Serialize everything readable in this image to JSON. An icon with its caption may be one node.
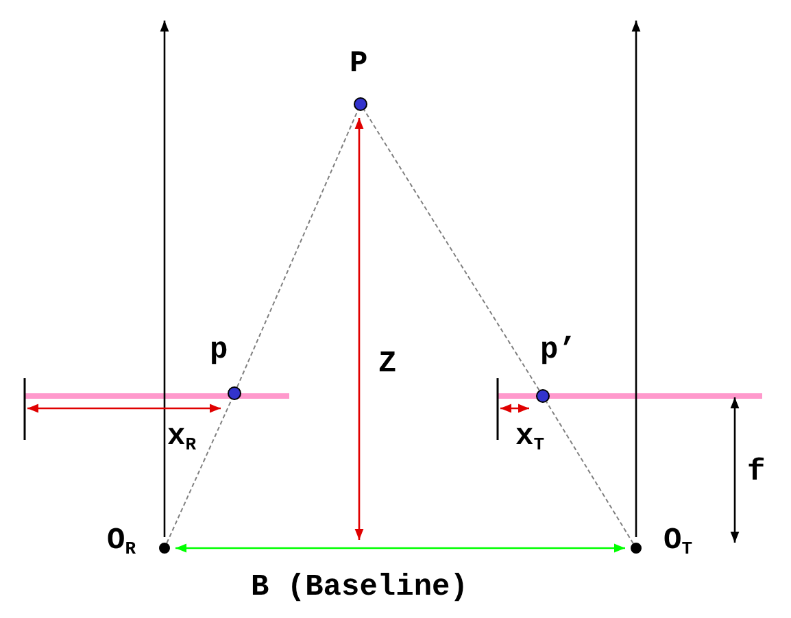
{
  "diagram": {
    "nodes": [
      {
        "text": [
          "P"
        ]
      },
      {
        "text": [
          "p"
        ]
      },
      {
        "text": [
          "p’"
        ]
      },
      {
        "text": [
          "O$_{R}$"
        ]
      },
      {
        "text": [
          "O$_{T}$"
        ]
      }
    ],
    "edges": [
      {
        "from": 3,
        "to": 1,
        "arrow": "none",
        "style": "dashed",
        "color": "#808080"
      },
      {
        "from": 1,
        "to": 0,
        "arrow": "none",
        "style": "dashed",
        "color": "#808080"
      },
      {
        "from": 4,
        "to": 2,
        "arrow": "none",
        "style": "dashed",
        "color": "#808080"
      },
      {
        "from": 2,
        "to": 0,
        "arrow": "none",
        "style": "dashed",
        "color": "#808080"
      },
      {
        "from": 3,
        "to": null,
        "arrow": "to",
        "color": "#000000"
      },
      {
        "from": 4,
        "to": null,
        "arrow": "to",
        "color": "#000000"
      },
      {
        "from": null,
        "to": 0,
        "arrow": "both",
        "label": "Z",
        "color": "#e00000"
      },
      {
        "from": 3,
        "to": 4,
        "arrow": "both",
        "label": "B (Baseline)",
        "color": "#00ff00"
      },
      {
        "from": null,
        "to": 1,
        "arrow": "both",
        "label": "x$_{R}$",
        "color": "#e00000"
      },
      {
        "from": null,
        "to": 2,
        "arrow": "both",
        "label": "x$_{T}$",
        "color": "#e00000"
      }
    ],
    "labels": [
      "f"
    ]
  }
}
